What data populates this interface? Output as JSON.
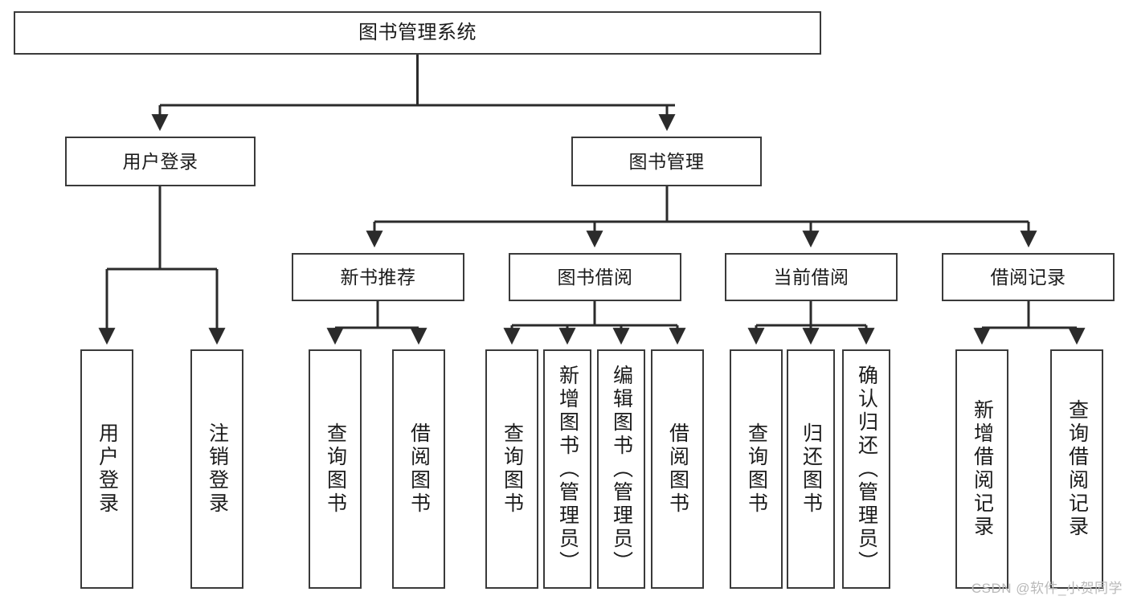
{
  "diagram": {
    "title": "图书管理系统",
    "type": "tree-hierarchy-chart",
    "root": {
      "id": "root",
      "label": "图书管理系统"
    },
    "level2": [
      {
        "id": "user-login",
        "label": "用户登录"
      },
      {
        "id": "book-manage",
        "label": "图书管理"
      }
    ],
    "level3": [
      {
        "id": "new-book-rec",
        "label": "新书推荐",
        "parent": "book-manage"
      },
      {
        "id": "book-borrow",
        "label": "图书借阅",
        "parent": "book-manage"
      },
      {
        "id": "current-borrow",
        "label": "当前借阅",
        "parent": "book-manage"
      },
      {
        "id": "borrow-record",
        "label": "借阅记录",
        "parent": "book-manage"
      }
    ],
    "leaves": [
      {
        "id": "leaf-user-login",
        "label": "用户登录",
        "parent": "user-login"
      },
      {
        "id": "leaf-logout",
        "label": "注销登录",
        "parent": "user-login"
      },
      {
        "id": "leaf-query-book-1",
        "label": "查询图书",
        "parent": "new-book-rec"
      },
      {
        "id": "leaf-borrow-book-1",
        "label": "借阅图书",
        "parent": "new-book-rec"
      },
      {
        "id": "leaf-query-book-2",
        "label": "查询图书",
        "parent": "book-borrow"
      },
      {
        "id": "leaf-add-book",
        "label": "新增图书（管理员）",
        "parent": "book-borrow"
      },
      {
        "id": "leaf-edit-book",
        "label": "编辑图书（管理员）",
        "parent": "book-borrow"
      },
      {
        "id": "leaf-borrow-book-2",
        "label": "借阅图书",
        "parent": "book-borrow"
      },
      {
        "id": "leaf-query-book-3",
        "label": "查询图书",
        "parent": "current-borrow"
      },
      {
        "id": "leaf-return-book",
        "label": "归还图书",
        "parent": "current-borrow"
      },
      {
        "id": "leaf-confirm-return",
        "label": "确认归还（管理员）",
        "parent": "current-borrow"
      },
      {
        "id": "leaf-add-record",
        "label": "新增借阅记录",
        "parent": "borrow-record"
      },
      {
        "id": "leaf-query-record",
        "label": "查询借阅记录",
        "parent": "borrow-record"
      }
    ],
    "colors": {
      "stroke": "#3a3a3a",
      "fill": "#ffffff",
      "text": "#1b1b1b",
      "watermark": "#b9b9b9"
    }
  },
  "watermark": {
    "text": "CSDN @软件_小贺同学"
  }
}
